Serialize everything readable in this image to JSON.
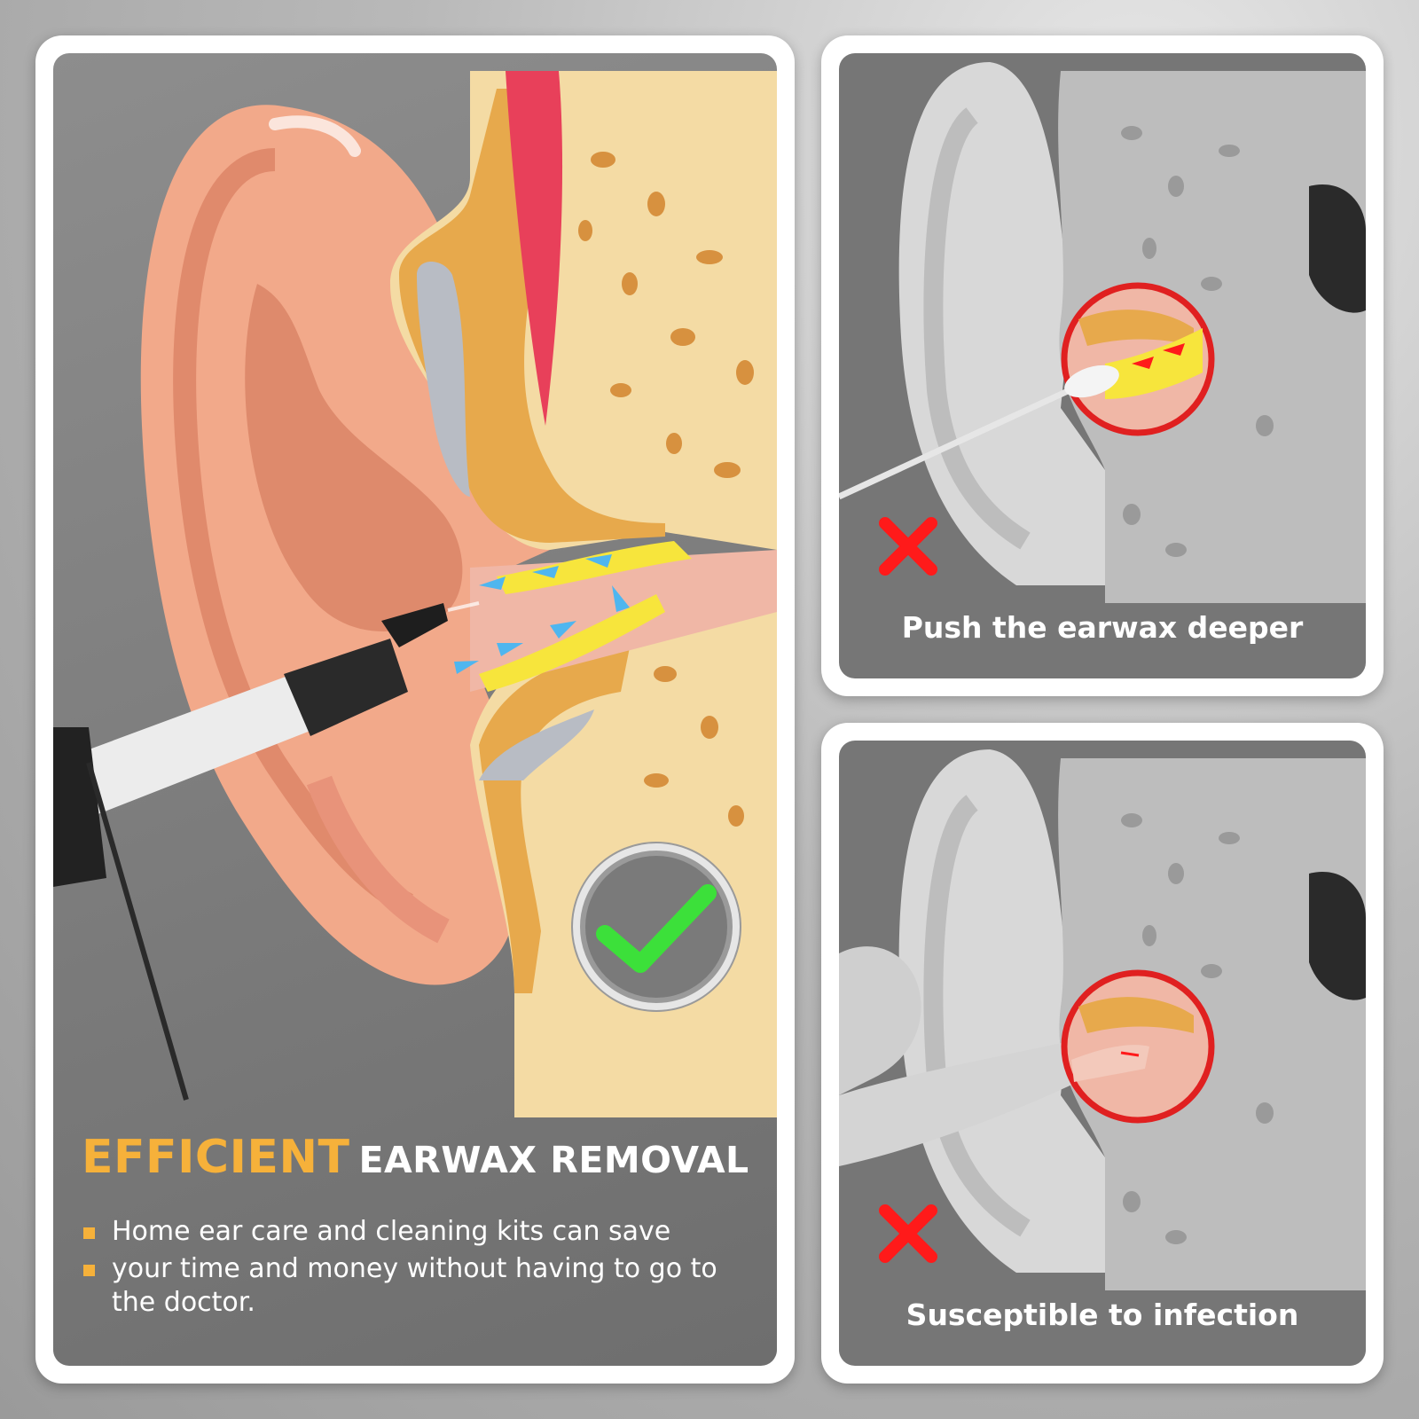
{
  "main_panel": {
    "headline_accent": "EFFICIENT",
    "headline_rest": "EARWAX REMOVAL",
    "bullets": [
      "Home ear care and cleaning kits can save",
      "your time and money without having to go to the doctor."
    ],
    "badge_icon": "check-icon",
    "accent_color": "#f6b13a",
    "check_color": "#3ce03a"
  },
  "side_panels": [
    {
      "caption": "Push the earwax deeper",
      "status_icon": "cross-icon"
    },
    {
      "caption": "Susceptible to infection",
      "status_icon": "cross-icon"
    }
  ],
  "colors": {
    "cross": "#ff1a1a",
    "circle": "#e02020"
  }
}
